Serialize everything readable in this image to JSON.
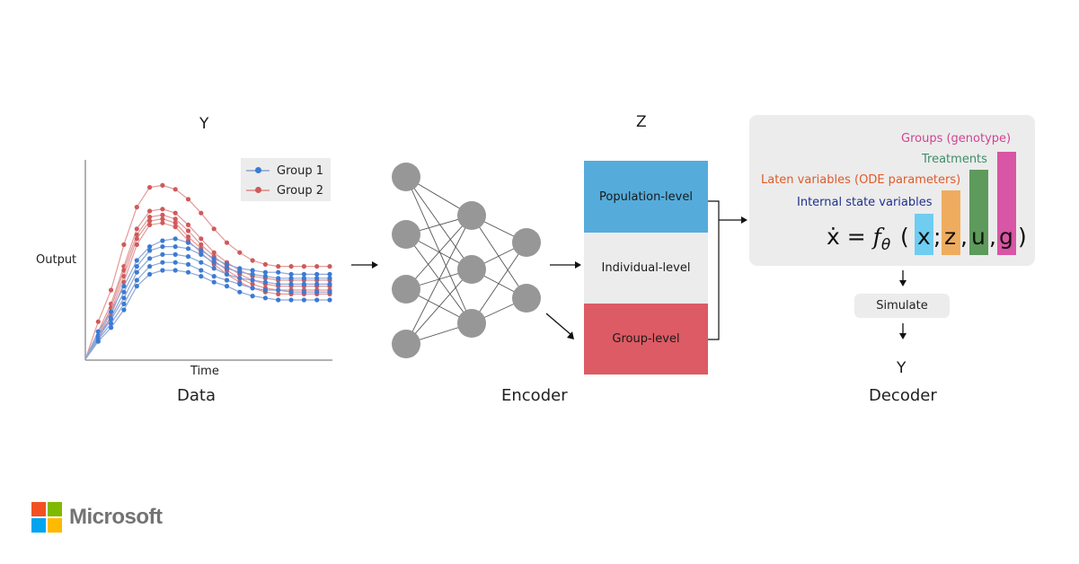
{
  "data_section": {
    "title": "Y",
    "caption": "Data",
    "xlabel": "Time",
    "ylabel": "Output"
  },
  "encoder_section": {
    "caption": "Encoder",
    "network_layers": [
      4,
      3,
      2
    ]
  },
  "latent_section": {
    "title": "Z",
    "blocks": [
      {
        "label": "Population-level",
        "color": "#55acdb"
      },
      {
        "label": "Individual-level",
        "color": "#ececec"
      },
      {
        "label": "Group-level",
        "color": "#dc5b64"
      }
    ]
  },
  "decoder_section": {
    "caption": "Decoder",
    "output_label": "Y",
    "simulate_label": "Simulate",
    "equation": {
      "lhs": "ẋ",
      "equals": "=",
      "func": "𝑓",
      "func_sub": "θ",
      "open": "(",
      "close": ")",
      "args": [
        {
          "symbol": "x",
          "sep_after": ";",
          "label": "Internal state variables",
          "label_color": "#1f2f8f",
          "bar_color": "#6ecdf1"
        },
        {
          "symbol": "z",
          "sep_after": ",",
          "label": "Laten variables (ODE parameters)",
          "label_color": "#e05a2b",
          "bar_color": "#f0ac5e"
        },
        {
          "symbol": "u",
          "sep_after": ",",
          "label": "Treatments",
          "label_color": "#3f8b6b",
          "bar_color": "#5d9a5b"
        },
        {
          "symbol": "g",
          "sep_after": "",
          "label": "Groups (genotype)",
          "label_color": "#d2438f",
          "bar_color": "#d955a5"
        }
      ]
    }
  },
  "logo": {
    "text": "Microsoft",
    "colors": [
      "#f25022",
      "#7fba00",
      "#00a4ef",
      "#ffb900"
    ]
  },
  "chart_data": {
    "type": "line",
    "title": "Y",
    "xlabel": "Time",
    "ylabel": "Output",
    "x": [
      0,
      1,
      2,
      3,
      4,
      5,
      6,
      7,
      8,
      9,
      10,
      11,
      12,
      13,
      14,
      15,
      16,
      17,
      18,
      19
    ],
    "ylim": [
      0,
      100
    ],
    "grid": false,
    "legend": {
      "position": "top-right",
      "entries": [
        "Group 1",
        "Group 2"
      ]
    },
    "colors": {
      "Group 1": "#3a7bd5",
      "Group 2": "#d05a5a"
    },
    "series": [
      {
        "name": "Group 2",
        "values": [
          0,
          19,
          35,
          58,
          77,
          87,
          88,
          86,
          81,
          74,
          66,
          59,
          54,
          50,
          48,
          47,
          47,
          47,
          47,
          47
        ]
      },
      {
        "name": "Group 2",
        "values": [
          0,
          14,
          28,
          47,
          66,
          75,
          76,
          74,
          68,
          61,
          54,
          49,
          45,
          42,
          41,
          40,
          40,
          40,
          40,
          40
        ]
      },
      {
        "name": "Group 2",
        "values": [
          0,
          12,
          26,
          45,
          63,
          72,
          73,
          71,
          65,
          58,
          52,
          47,
          43,
          40,
          38,
          37,
          37,
          37,
          37,
          37
        ]
      },
      {
        "name": "Group 2",
        "values": [
          0,
          11,
          24,
          42,
          61,
          70,
          71,
          69,
          62,
          56,
          50,
          45,
          41,
          38,
          36,
          35,
          35,
          35,
          35,
          35
        ]
      },
      {
        "name": "Group 2",
        "values": [
          0,
          10,
          22,
          39,
          58,
          68,
          69,
          67,
          60,
          54,
          48,
          43,
          39,
          36,
          34,
          33,
          33,
          33,
          33,
          33
        ]
      },
      {
        "name": "Group 1",
        "values": [
          0,
          14,
          24,
          37,
          50,
          57,
          60,
          61,
          59,
          55,
          51,
          48,
          46,
          45,
          44,
          44,
          43,
          43,
          43,
          43
        ]
      },
      {
        "name": "Group 1",
        "values": [
          0,
          12,
          21,
          34,
          47,
          55,
          57,
          57,
          56,
          53,
          49,
          46,
          44,
          43,
          42,
          41,
          41,
          41,
          41,
          41
        ]
      },
      {
        "name": "Group 1",
        "values": [
          0,
          11,
          20,
          31,
          44,
          51,
          53,
          53,
          52,
          49,
          46,
          43,
          41,
          40,
          39,
          38,
          38,
          38,
          38,
          38
        ]
      },
      {
        "name": "Group 1",
        "values": [
          0,
          10,
          18,
          28,
          40,
          47,
          49,
          49,
          48,
          45,
          42,
          40,
          38,
          36,
          35,
          35,
          34,
          34,
          34,
          34
        ]
      },
      {
        "name": "Group 1",
        "values": [
          0,
          9,
          16,
          25,
          37,
          43,
          45,
          45,
          44,
          42,
          39,
          37,
          34,
          32,
          31,
          30,
          30,
          30,
          30,
          30
        ]
      }
    ]
  }
}
